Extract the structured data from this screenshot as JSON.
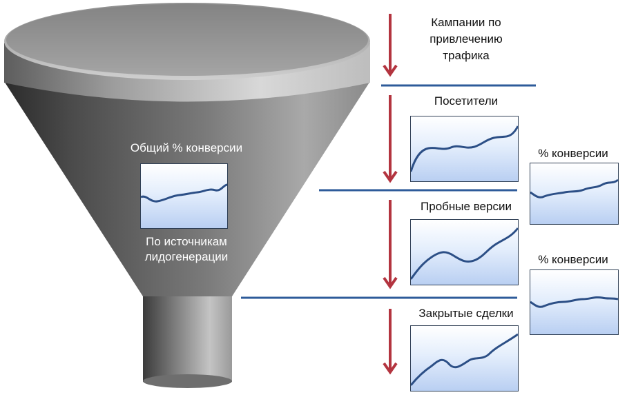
{
  "funnel": {
    "overall_conversion_label": "Общий % конверсии",
    "lead_sources_label_line1": "По источникам",
    "lead_sources_label_line2": "лидогенерации"
  },
  "stages": {
    "campaigns_line1": "Кампании по",
    "campaigns_line2": "привлечению",
    "campaigns_line3": "трафика",
    "visitors": "Посетители",
    "trials": "Пробные версии",
    "closed_deals": "Закрытые сделки"
  },
  "conversion": {
    "visitors_to_trials": "% конверсии",
    "trials_to_deals": "% конверсии"
  },
  "colors": {
    "arrow": "#b3343f",
    "divider_line": "#2e5b9a",
    "chart_line": "#2c4f86",
    "funnel_dark": "#3a3a3a",
    "funnel_light": "#b0b0b0"
  },
  "icons": {
    "arrow": "down-arrow-icon",
    "chart": "line-chart-icon"
  }
}
